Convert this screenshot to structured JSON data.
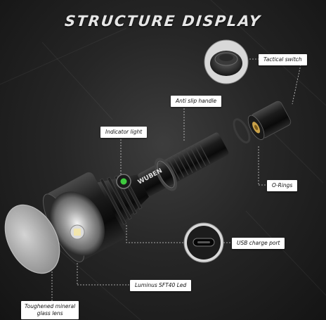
{
  "title": "STRUCTURE DISPLAY",
  "brand": "WUBEN",
  "labels": {
    "tactical_switch": "Tactical switch",
    "anti_slip_handle": "Anti slip handle",
    "indicator_light": "Indicator light",
    "o_rings": "O-Rings",
    "usb_charge_port": "USB charge port",
    "led": "Luminus SFT40 Led",
    "lens_line1": "Toughened mineral",
    "lens_line2": "glass lens"
  },
  "colors": {
    "background": "#262626",
    "label_bg": "#ffffff",
    "indicator": "#3ecb3e"
  }
}
